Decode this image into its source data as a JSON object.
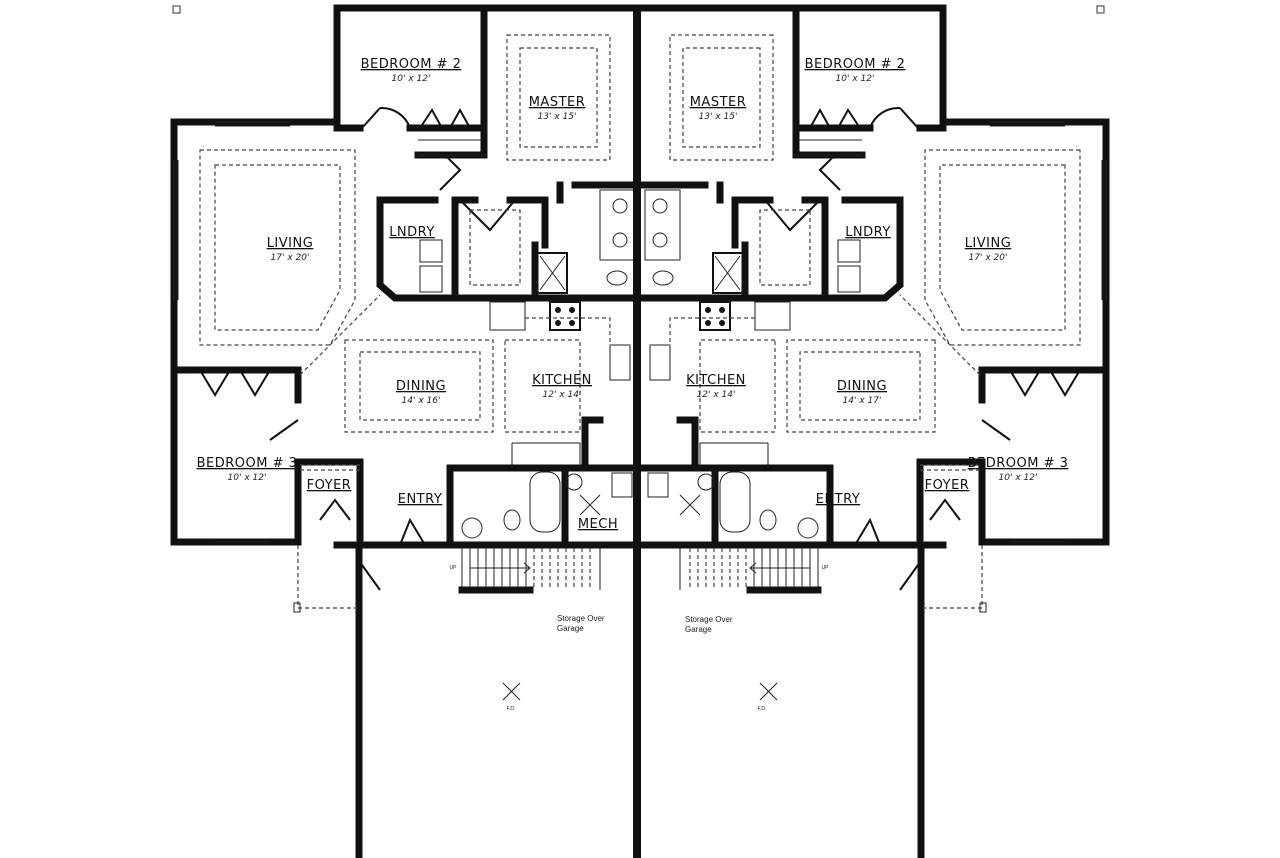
{
  "units": [
    {
      "rooms": {
        "bedroom2": {
          "name": "BEDROOM # 2",
          "size": "10' x 12'"
        },
        "master": {
          "name": "MASTER",
          "size": "13' x 15'"
        },
        "living": {
          "name": "LIVING",
          "size": "17' x 20'"
        },
        "laundry": {
          "name": "LNDRY"
        },
        "dining": {
          "name": "DINING",
          "size": "14' x 16'"
        },
        "kitchen": {
          "name": "KITCHEN",
          "size": "12' x 14'"
        },
        "bedroom3": {
          "name": "BEDROOM # 3",
          "size": "10' x 12'"
        },
        "foyer": {
          "name": "FOYER"
        },
        "entry": {
          "name": "ENTRY"
        },
        "mech": {
          "name": "MECH"
        },
        "garage": {
          "note": "Storage Over Garage",
          "drain": "F.D."
        },
        "stairs": {
          "label": "UP"
        }
      }
    },
    {
      "rooms": {
        "bedroom2": {
          "name": "BEDROOM # 2",
          "size": "10' x 12'"
        },
        "master": {
          "name": "MASTER",
          "size": "13' x 15'"
        },
        "living": {
          "name": "LIVING",
          "size": "17' x 20'"
        },
        "laundry": {
          "name": "LNDRY"
        },
        "dining": {
          "name": "DINING",
          "size": "14' x 17'"
        },
        "kitchen": {
          "name": "KITCHEN",
          "size": "12' x 14'"
        },
        "bedroom3": {
          "name": "BEDROOM # 3",
          "size": "10' x 12'"
        },
        "foyer": {
          "name": "FOYER"
        },
        "entry": {
          "name": "ENTRY"
        },
        "garage": {
          "note": "Storage Over Garage",
          "drain": "F.D."
        },
        "stairs": {
          "label": "UP"
        }
      }
    }
  ]
}
